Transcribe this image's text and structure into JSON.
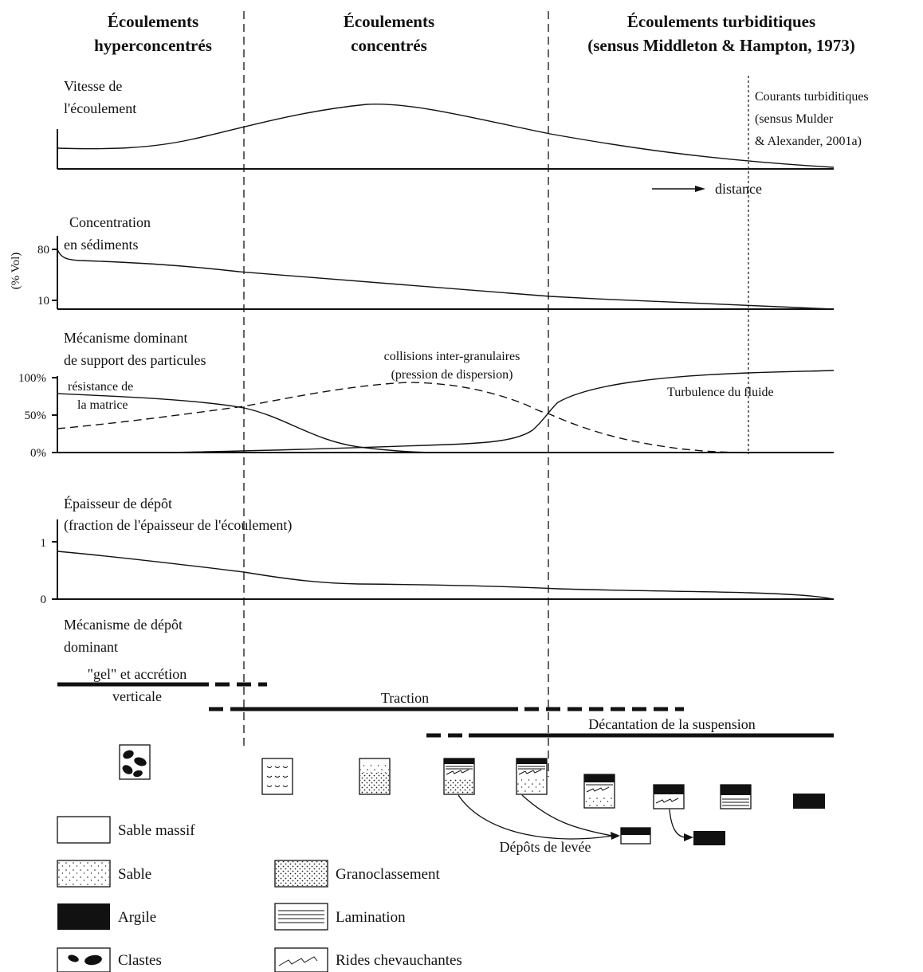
{
  "headers": {
    "hyper": [
      "Écoulements",
      "hyperconcentrés"
    ],
    "concentres": [
      "Écoulements",
      "concentrés"
    ],
    "turbiditiques": [
      "Écoulements turbiditiques",
      "(sensus Middleton & Hampton, 1973)"
    ]
  },
  "panels": {
    "velocity": {
      "label": [
        "Vitesse de",
        "l'écoulement"
      ],
      "currents_note": [
        "Courants turbiditiques",
        "(sensus Mulder",
        "& Alexander, 2001a)"
      ],
      "distance_label": "distance"
    },
    "concentration": {
      "label": [
        "Concentration",
        "en sédiments"
      ],
      "unit": "(% Vol)",
      "ticks": [
        "80",
        "10"
      ]
    },
    "mechanism": {
      "label": [
        "Mécanisme dominant",
        "de support des particules"
      ],
      "ticks": [
        "100%",
        "50%",
        "0%"
      ],
      "curve_labels": {
        "matrix": [
          "résistance de",
          "la matrice"
        ],
        "collisions": [
          "collisions inter-granulaires",
          "(pression de dispersion)"
        ],
        "turbulence": "Turbulence du fluide"
      }
    },
    "thickness": {
      "label": [
        "Épaisseur de dépôt",
        "(fraction de l'épaisseur de l'écoulement)"
      ],
      "ticks": [
        "1",
        "0"
      ]
    },
    "deposition": {
      "label": [
        "Mécanisme de dépôt",
        "dominant"
      ],
      "processes": {
        "gel": [
          "\"gel\" et accrétion",
          "verticale"
        ],
        "traction": "Traction",
        "decantation": "Décantation de la suspension"
      }
    }
  },
  "levee_label": "Dépôts de levée",
  "legend": {
    "massive_sand": "Sable massif",
    "sand": "Sable",
    "clay": "Argile",
    "clasts": "Clastes",
    "grading": "Granoclassement",
    "lamination": "Lamination",
    "ripples": "Rides chevauchantes"
  }
}
